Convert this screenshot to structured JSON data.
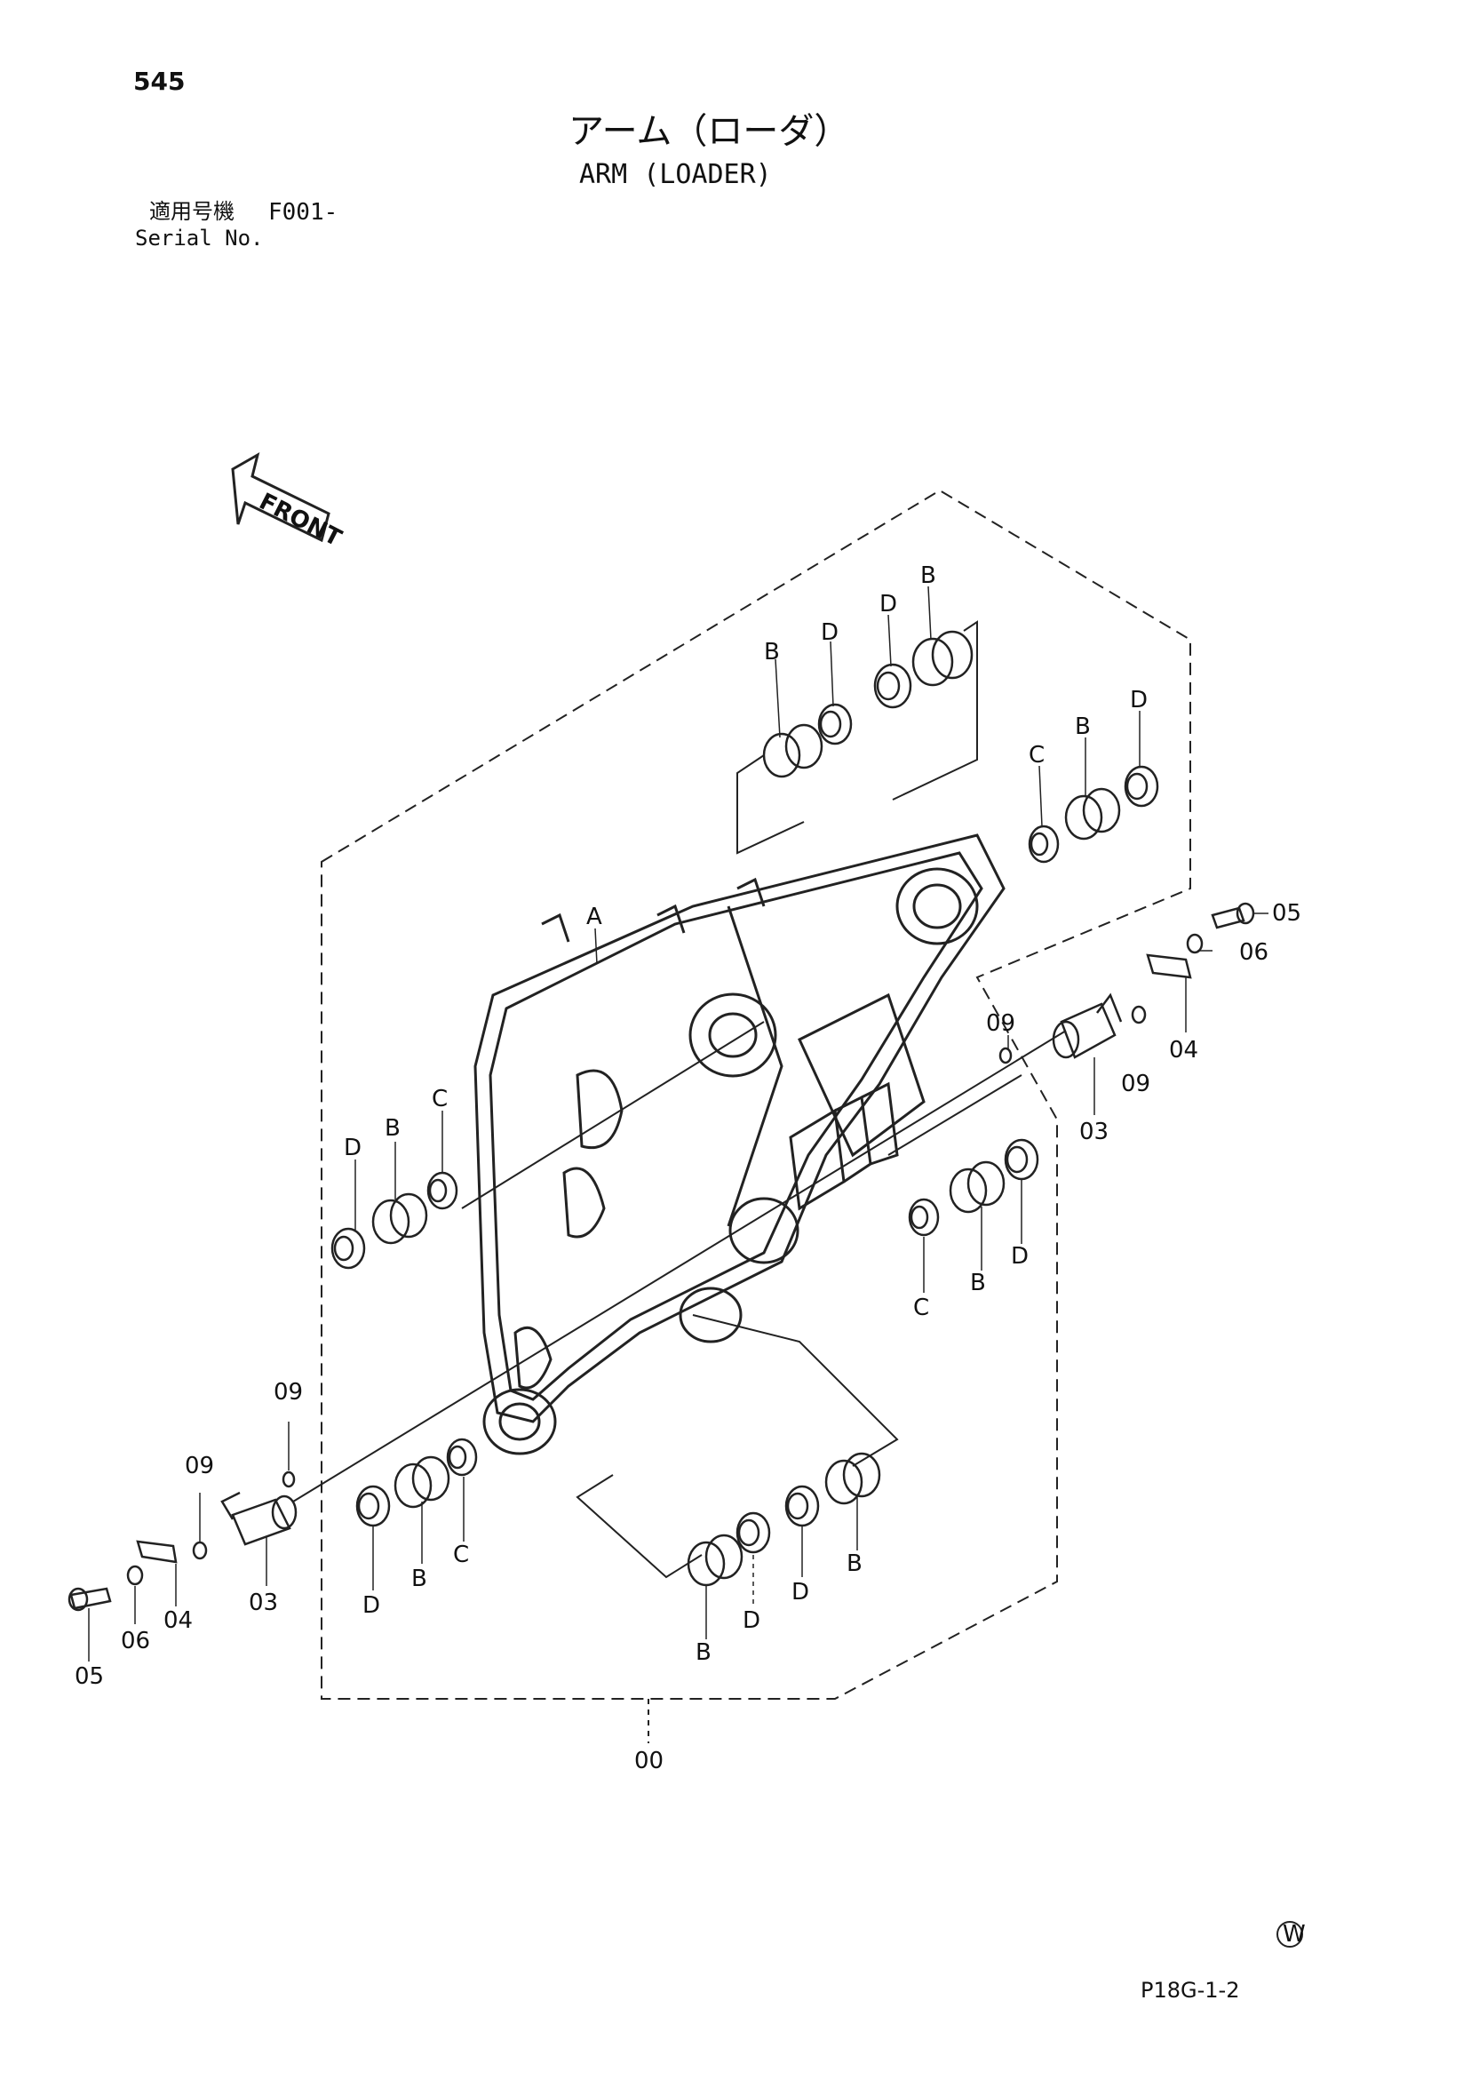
{
  "header": {
    "page_number": "545",
    "title_jp": "アーム（ローダ）",
    "title_en": "ARM (LOADER)",
    "serial_jp_label": "適用号機",
    "serial_value": "F001-",
    "serial_en_label": "Serial No."
  },
  "front_arrow": {
    "label": "FRONT"
  },
  "watermark_symbol": "W",
  "footer": {
    "drawing_code": "P18G-1-2"
  },
  "callouts": {
    "assembly": "00",
    "arm": "A",
    "pin": "03",
    "plate": "04",
    "bolt": "05",
    "washer": "06",
    "fitting": "09",
    "bushing_b": "B",
    "seal_c": "C",
    "seal_d": "D"
  }
}
